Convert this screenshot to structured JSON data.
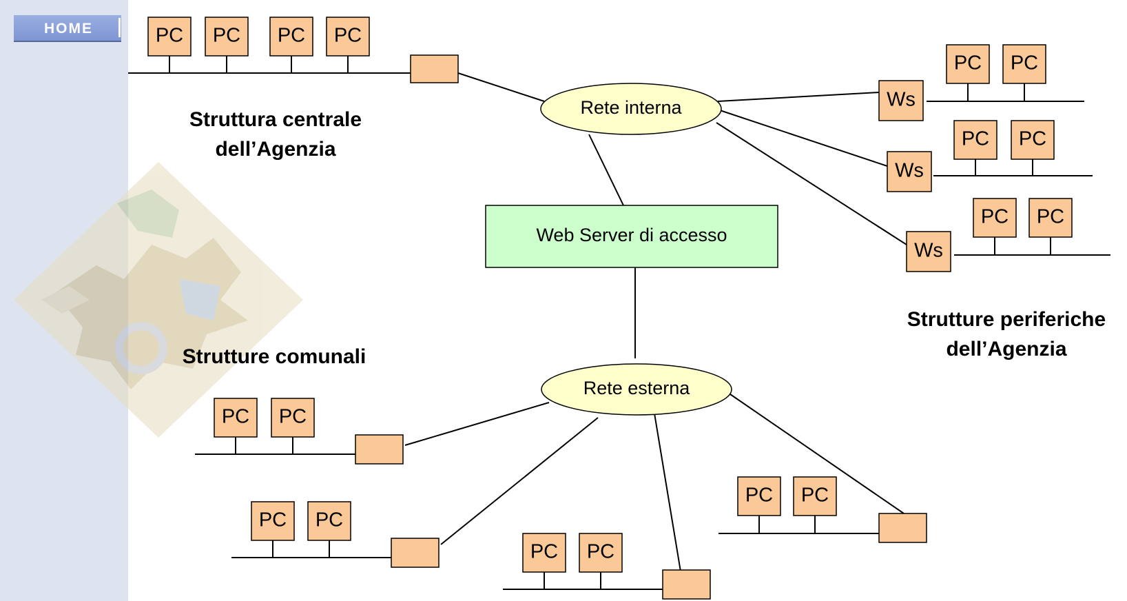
{
  "nav": {
    "home_label": "HOME"
  },
  "labels": {
    "central": [
      "Struttura centrale",
      "dell’Agenzia"
    ],
    "peripheral": [
      "Strutture periferiche",
      "dell’Agenzia"
    ],
    "municipal": "Strutture comunali"
  },
  "nodes": {
    "internal_network": "Rete interna",
    "external_network": "Rete esterna",
    "web_server": "Web Server di accesso",
    "workstation": "Ws",
    "pc": "PC"
  },
  "colors": {
    "box_fill": "#fbc997",
    "network_fill": "#ffffcc",
    "server_fill": "#ccffcc",
    "sidebar": "#dde3ef",
    "home_button": "#8ea3d8"
  }
}
